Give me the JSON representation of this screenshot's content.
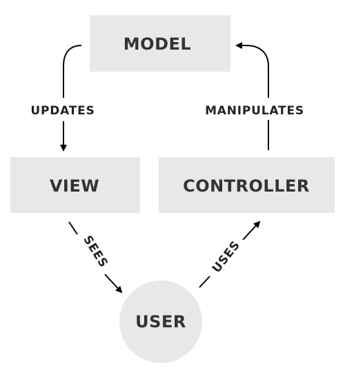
{
  "nodes": {
    "model": "MODEL",
    "view": "VIEW",
    "controller": "CONTROLLER",
    "user": "USER"
  },
  "edges": {
    "updates": "UPDATES",
    "manipulates": "MANIPULATES",
    "sees": "SEES",
    "uses": "USES"
  },
  "colors": {
    "node_fill": "#e8e8e8",
    "node_text": "#333333",
    "edge_stroke": "#000000",
    "background": "#ffffff"
  }
}
